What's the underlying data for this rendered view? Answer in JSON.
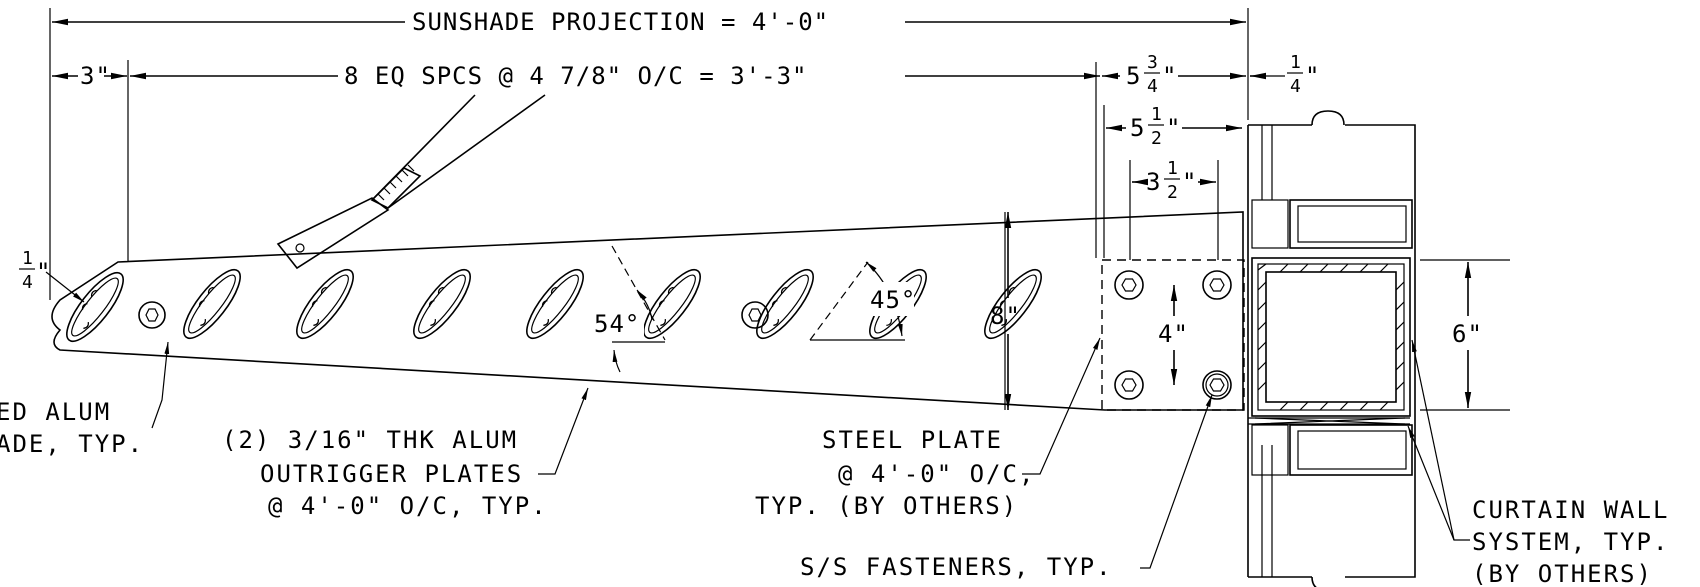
{
  "dimensions": {
    "projection": "SUNSHADE PROJECTION = 4'-0\"",
    "three_inch": "3\"",
    "spacing": "8 EQ SPCS @ 4 7/8\" O/C = 3'-3\"",
    "five_three_quarter": {
      "whole": "5",
      "num": "3",
      "den": "4",
      "unit": "\""
    },
    "one_quarter_right": {
      "num": "1",
      "den": "4",
      "unit": "\""
    },
    "five_half": {
      "whole": "5",
      "num": "1",
      "den": "2",
      "unit": "\""
    },
    "three_half": {
      "whole": "3",
      "num": "1",
      "den": "2",
      "unit": "\""
    },
    "one_quarter_left": {
      "num": "1",
      "den": "4",
      "unit": "\""
    },
    "eight": "8\"",
    "four": "4\"",
    "six": "6\"",
    "angle_54": "54°",
    "angle_45": "45°"
  },
  "notes": {
    "blade_line1": "ED ALUM",
    "blade_line2": "ADE, TYP.",
    "outrigger_line1": "(2) 3/16\" THK ALUM",
    "outrigger_line2": "OUTRIGGER PLATES",
    "outrigger_line3": "@ 4'-0\" O/C, TYP.",
    "plate_line1": "STEEL PLATE",
    "plate_line2": "@ 4'-0\" O/C,",
    "plate_line3": "TYP. (BY OTHERS)",
    "fasteners": "S/S FASTENERS, TYP.",
    "curtain_line1": "CURTAIN WALL",
    "curtain_line2": "SYSTEM, TYP.",
    "curtain_line3": "(BY OTHERS)"
  }
}
